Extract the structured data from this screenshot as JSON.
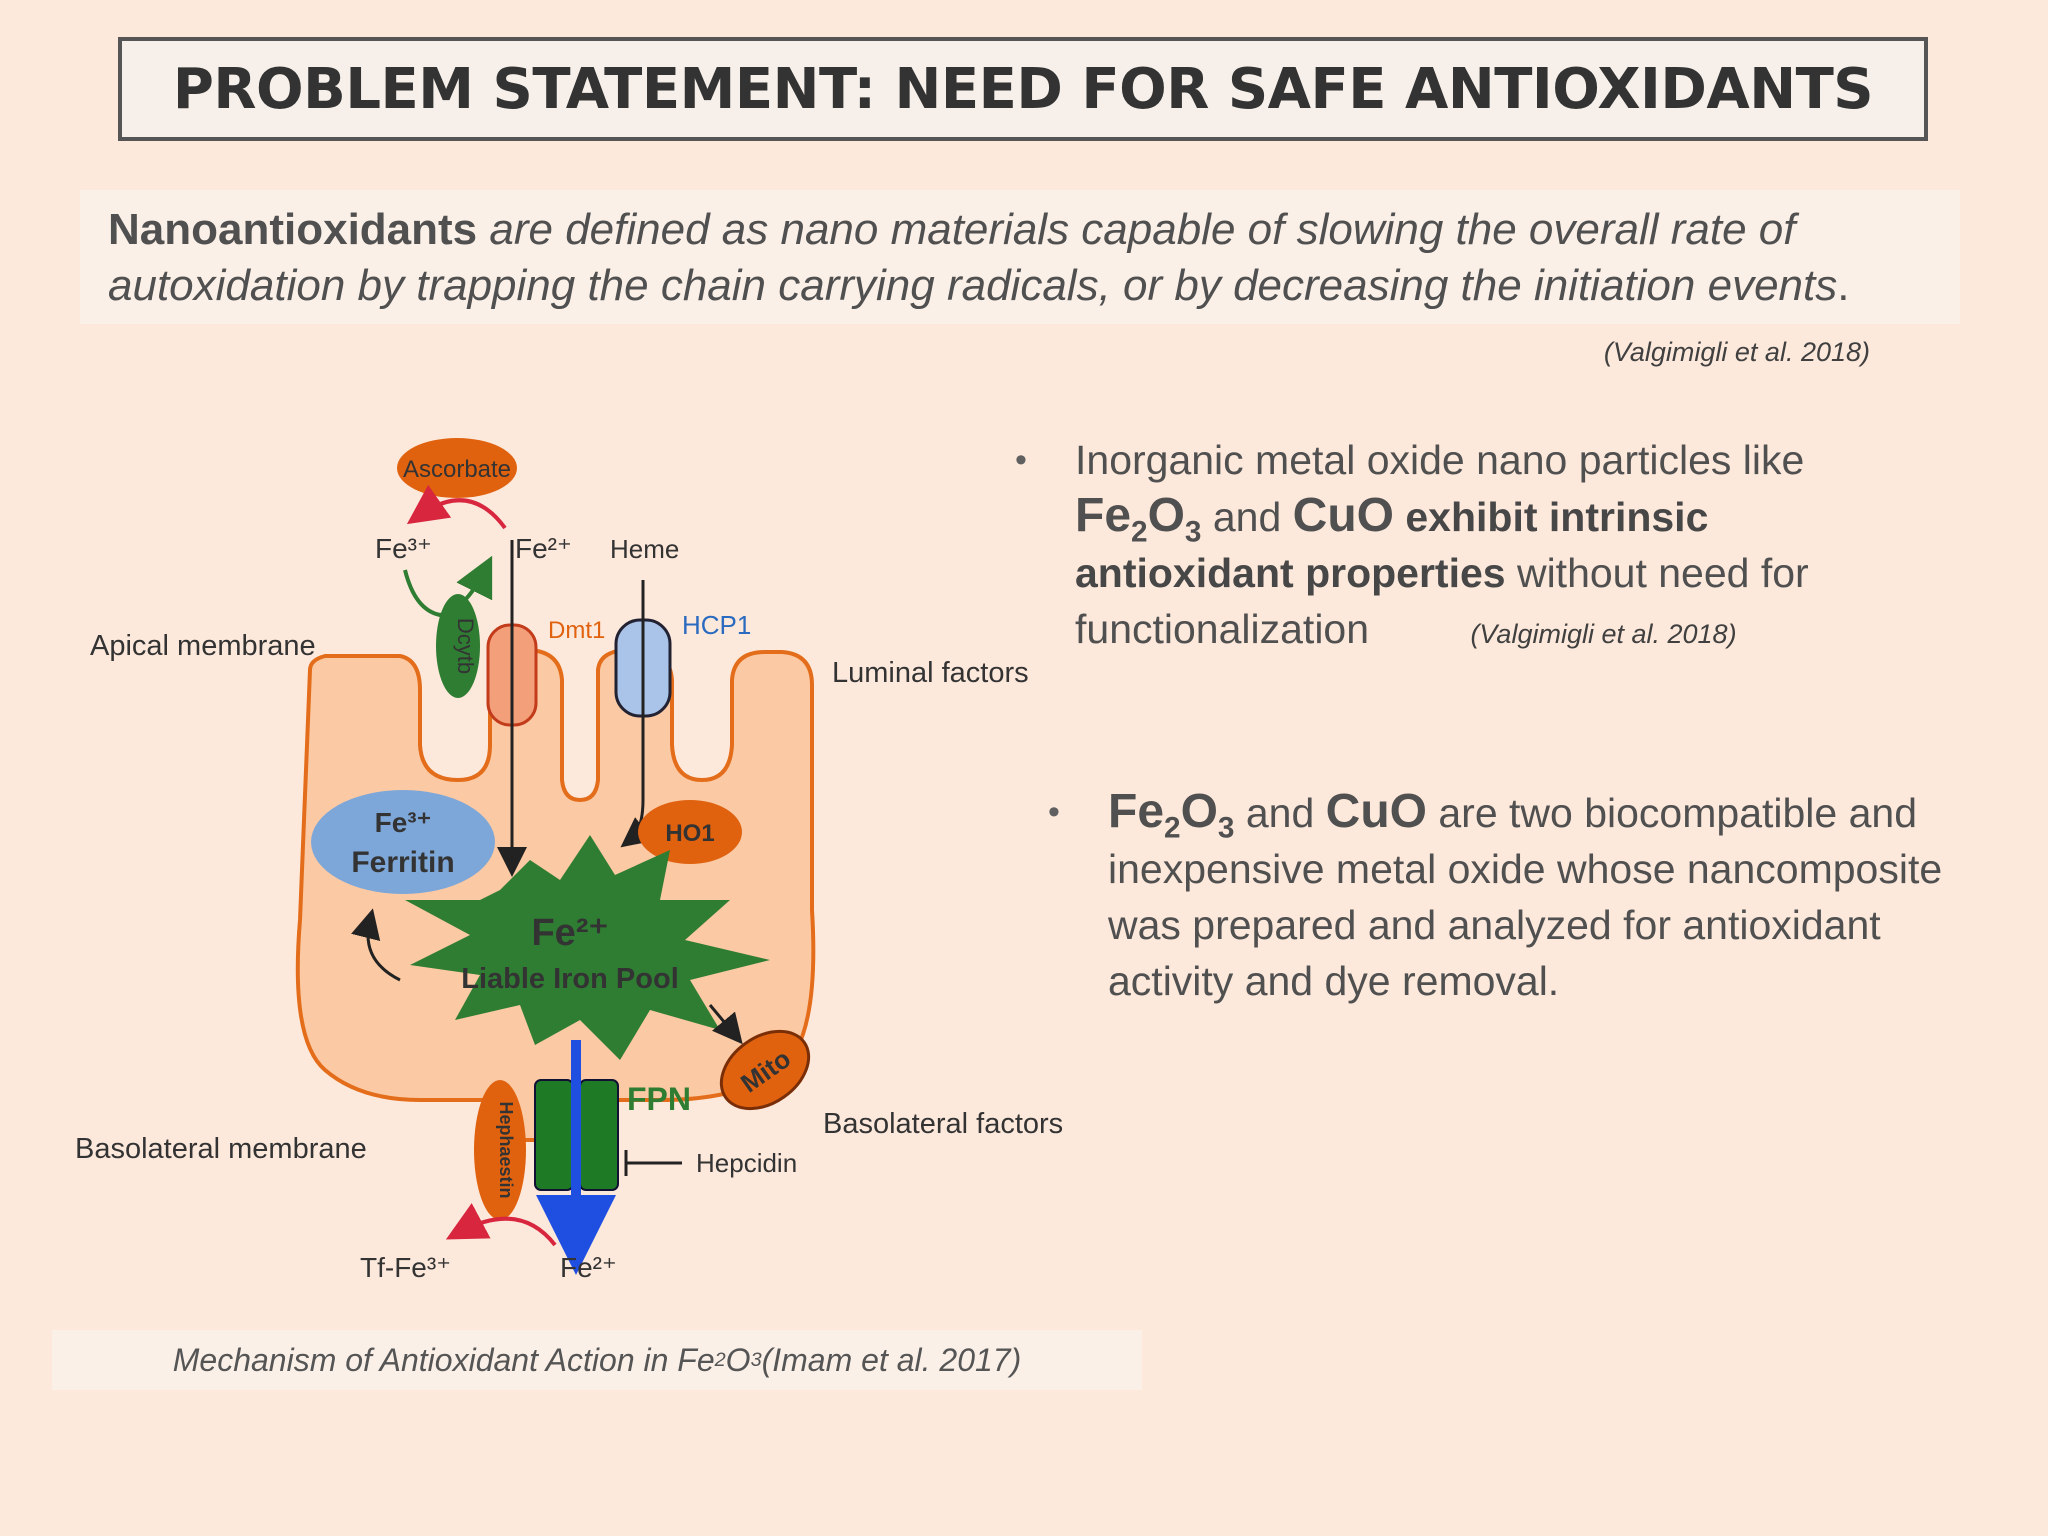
{
  "title": "PROBLEM STATEMENT: NEED FOR SAFE ANTIOXIDANTS",
  "definition": {
    "term": "Nanoantioxidants",
    "text": " are defined as nano materials capable of slowing the overall rate of autoxidation by trapping the chain carrying radicals, or by decreasing the initiation events",
    "end": ".",
    "citation": "(Valgimigli et al. 2018)"
  },
  "bullets": {
    "b1": {
      "t1": "Inorganic metal oxide nano particles like",
      "fe": "Fe",
      "fe_sub1": "2",
      "o": "O",
      "fe_sub2": "3",
      "and": " and ",
      "cuo": "CuO",
      "bold": " exhibit intrinsic antioxidant properties",
      "t2": " without need for functionalization",
      "citation": "(Valgimigli et al. 2018)"
    },
    "b2": {
      "fe": "Fe",
      "fe_sub1": "2",
      "o": "O",
      "fe_sub2": "3",
      "and": " and ",
      "cuo": "CuO",
      "text": " are two biocompatible and inexpensive metal oxide whose nancomposite was prepared and analyzed for antioxidant activity and dye removal."
    },
    "marker": "•"
  },
  "diagram": {
    "ascorbate": "Ascorbate",
    "fe3_top": "Fe³⁺",
    "fe2_top": "Fe²⁺",
    "heme": "Heme",
    "dcytb": "Dcytb",
    "dmt1": "Dmt1",
    "hcp1": "HCP1",
    "apical": "Apical membrane",
    "luminal": "Luminal factors",
    "ferritin_fe": "Fe³⁺",
    "ferritin": "Ferritin",
    "ho1": "HO1",
    "pool_fe": "Fe²⁺",
    "pool": "Liable Iron Pool",
    "mito": "Mito",
    "fpn": "FPN",
    "basolateral_factors": "Basolateral factors",
    "basolateral_membrane": "Basolateral membrane",
    "hephaestin": "Hephaestin",
    "hepcidin": "Hepcidin",
    "tf_fe3": "Tf-Fe³⁺",
    "fe2_bottom": "Fe²⁺",
    "colors": {
      "cell": "#fbc9a3",
      "cell_border": "#e36d1a",
      "orange": "#e0620f",
      "green": "#2f7d32",
      "blue": "#7ea7d9",
      "arrow_blue": "#1f4fe0",
      "red": "#d7263d"
    }
  },
  "caption": {
    "pre": "Mechanism of Antioxidant  Action in Fe",
    "sub1": "2",
    "o": "O",
    "sub2": "3",
    "post": " (Imam et al. 2017)"
  }
}
